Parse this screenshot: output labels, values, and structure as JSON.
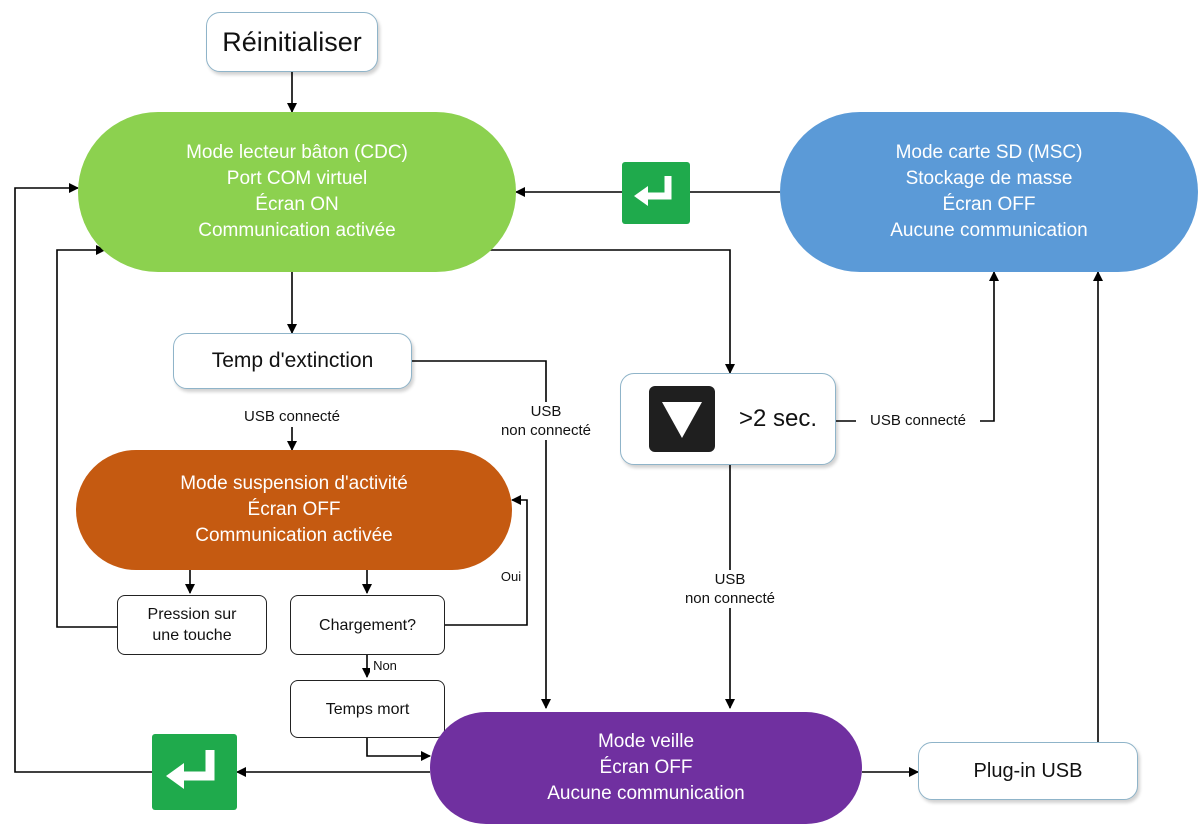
{
  "colors": {
    "cdc_mode": "#8cd14f",
    "msc_mode": "#5b9ad7",
    "suspend_mode": "#c55a11",
    "standby_mode": "#7030a0",
    "enter_icon": "#1faa4c",
    "arrow": "#000000"
  },
  "nodes": {
    "reset": "Réinitialiser",
    "cdc_mode": [
      "Mode lecteur bâton (CDC)",
      "Port COM virtuel",
      "Écran ON",
      "Communication activée"
    ],
    "msc_mode": [
      "Mode carte SD (MSC)",
      "Stockage de masse",
      "Écran OFF",
      "Aucune communication"
    ],
    "shutdown_time": "Temp d'extinction",
    "key_press": ">2 sec.",
    "suspend_mode": [
      "Mode suspension d'activité",
      "Écran OFF",
      "Communication activée"
    ],
    "key_pressed": [
      "Pression sur",
      "une touche"
    ],
    "charging": "Chargement?",
    "timeout": "Temps mort",
    "standby_mode": [
      "Mode veille",
      "Écran OFF",
      "Aucune communication"
    ],
    "usb_plugin": "Plug-in USB"
  },
  "labels": {
    "usb_connected_1": "USB connecté",
    "usb_connected_2": "USB connecté",
    "usb_not_connected_1": [
      "USB",
      "non connecté"
    ],
    "usb_not_connected_2": [
      "USB",
      "non connecté"
    ],
    "yes": "Oui",
    "no": "Non"
  },
  "icons": {
    "enter_top": "enter-key-icon",
    "enter_bottom": "enter-key-icon",
    "down_key": "down-triangle-key-icon"
  }
}
